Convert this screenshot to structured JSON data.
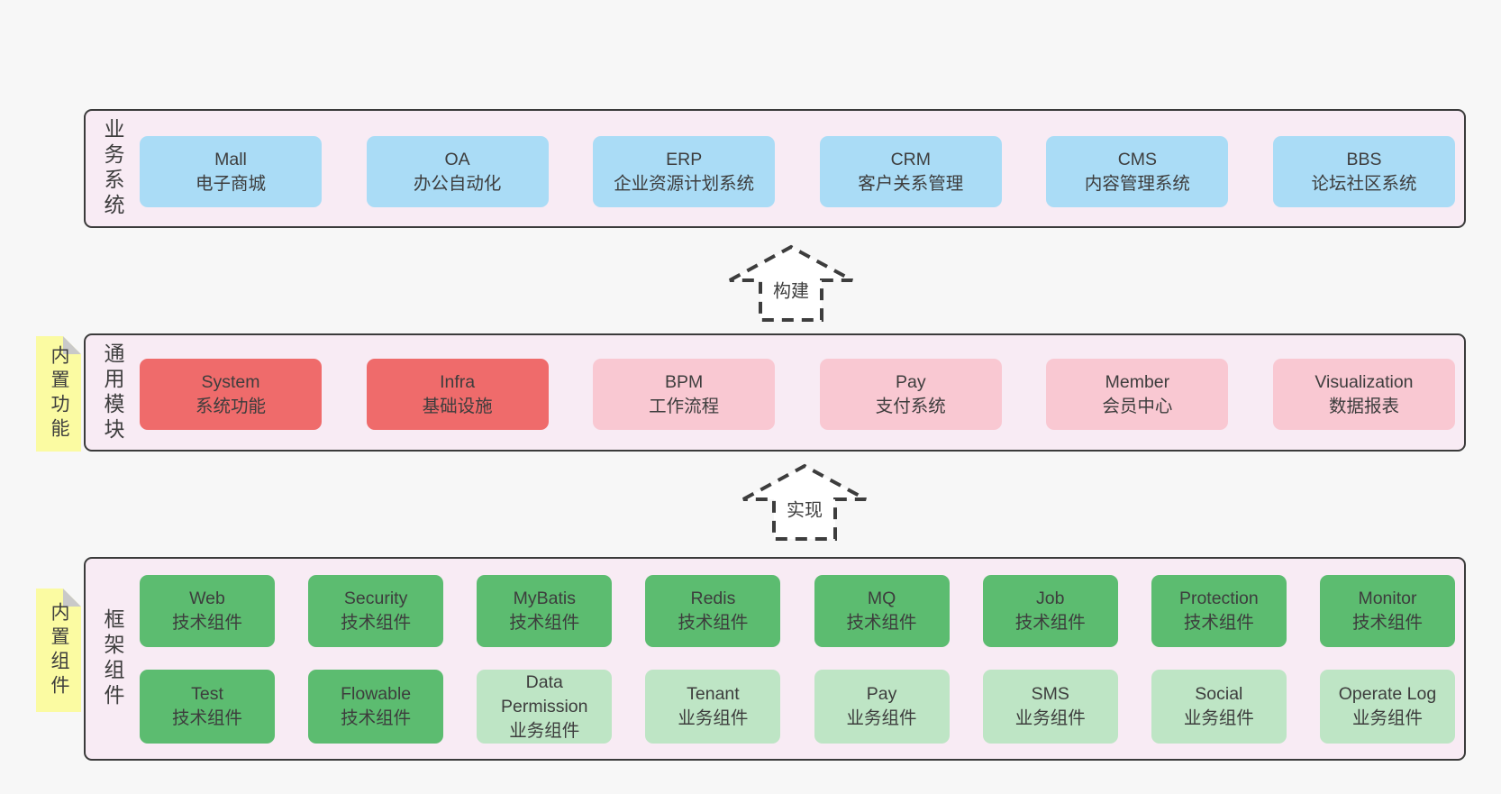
{
  "colors": {
    "blue": "#aadcf6",
    "red": "#ef6b6b",
    "pink": "#f9c8d2",
    "green": "#5cbc70",
    "lightgreen": "#bee5c5",
    "yellow": "#fbfba2",
    "band_bg": "#f8ebf4",
    "page_bg": "#f7f7f7",
    "border": "#3b3b3b",
    "text": "#3d3d3d"
  },
  "arrows": [
    {
      "label": "构建"
    },
    {
      "label": "实现"
    }
  ],
  "bands": [
    {
      "id": "business-systems",
      "label": "业务系统",
      "boxes": [
        {
          "name": "Mall",
          "desc": "电子商城",
          "variant": "blue"
        },
        {
          "name": "OA",
          "desc": "办公自动化",
          "variant": "blue"
        },
        {
          "name": "ERP",
          "desc": "企业资源计划系统",
          "variant": "blue"
        },
        {
          "name": "CRM",
          "desc": "客户关系管理",
          "variant": "blue"
        },
        {
          "name": "CMS",
          "desc": "内容管理系统",
          "variant": "blue"
        },
        {
          "name": "BBS",
          "desc": "论坛社区系统",
          "variant": "blue"
        }
      ]
    },
    {
      "id": "common-modules",
      "label": "通用模块",
      "tag": "内置功能",
      "boxes": [
        {
          "name": "System",
          "desc": "系统功能",
          "variant": "red"
        },
        {
          "name": "Infra",
          "desc": "基础设施",
          "variant": "red"
        },
        {
          "name": "BPM",
          "desc": "工作流程",
          "variant": "pink"
        },
        {
          "name": "Pay",
          "desc": "支付系统",
          "variant": "pink"
        },
        {
          "name": "Member",
          "desc": "会员中心",
          "variant": "pink"
        },
        {
          "name": "Visualization",
          "desc": "数据报表",
          "variant": "pink"
        }
      ]
    },
    {
      "id": "framework-components",
      "label": "框架组件",
      "tag": "内置组件",
      "rows": [
        [
          {
            "name": "Web",
            "desc": "技术组件",
            "variant": "green"
          },
          {
            "name": "Security",
            "desc": "技术组件",
            "variant": "green"
          },
          {
            "name": "MyBatis",
            "desc": "技术组件",
            "variant": "green"
          },
          {
            "name": "Redis",
            "desc": "技术组件",
            "variant": "green"
          },
          {
            "name": "MQ",
            "desc": "技术组件",
            "variant": "green"
          },
          {
            "name": "Job",
            "desc": "技术组件",
            "variant": "green"
          },
          {
            "name": "Protection",
            "desc": "技术组件",
            "variant": "green"
          },
          {
            "name": "Monitor",
            "desc": "技术组件",
            "variant": "green"
          }
        ],
        [
          {
            "name": "Test",
            "desc": "技术组件",
            "variant": "green"
          },
          {
            "name": "Flowable",
            "desc": "技术组件",
            "variant": "green"
          },
          {
            "name": "Data Permission",
            "desc": "业务组件",
            "variant": "lightgreen"
          },
          {
            "name": "Tenant",
            "desc": "业务组件",
            "variant": "lightgreen"
          },
          {
            "name": "Pay",
            "desc": "业务组件",
            "variant": "lightgreen"
          },
          {
            "name": "SMS",
            "desc": "业务组件",
            "variant": "lightgreen"
          },
          {
            "name": "Social",
            "desc": "业务组件",
            "variant": "lightgreen"
          },
          {
            "name": "Operate Log",
            "desc": "业务组件",
            "variant": "lightgreen"
          }
        ]
      ]
    }
  ]
}
